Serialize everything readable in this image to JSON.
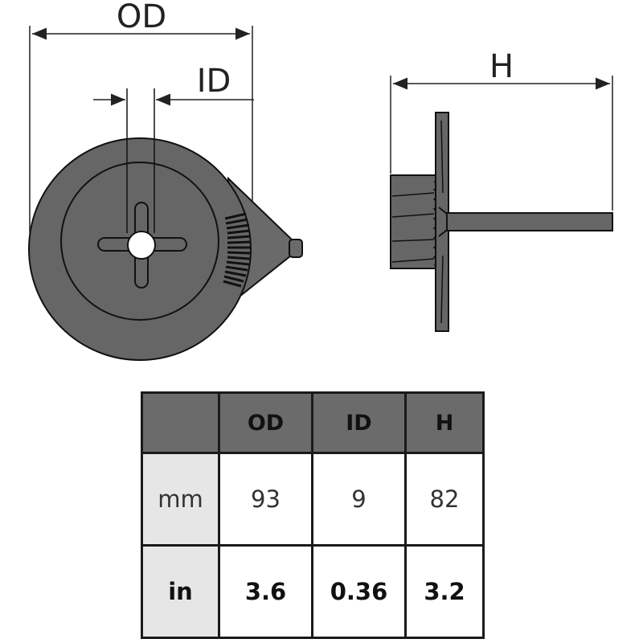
{
  "drawing": {
    "labels": {
      "od": "OD",
      "id": "ID",
      "h": "H"
    },
    "colors": {
      "part_fill": "#666666",
      "part_stroke": "#111111",
      "dim_line": "#222222"
    }
  },
  "table": {
    "headers": [
      "",
      "OD",
      "ID",
      "H"
    ],
    "rows": [
      {
        "unit": "mm",
        "od": "93",
        "id": "9",
        "h": "82"
      },
      {
        "unit": "in",
        "od": "3.6",
        "id": "0.36",
        "h": "3.2"
      }
    ],
    "colors": {
      "header_bg": "#6b6b6b",
      "unit_bg": "#e6e6e6"
    }
  }
}
